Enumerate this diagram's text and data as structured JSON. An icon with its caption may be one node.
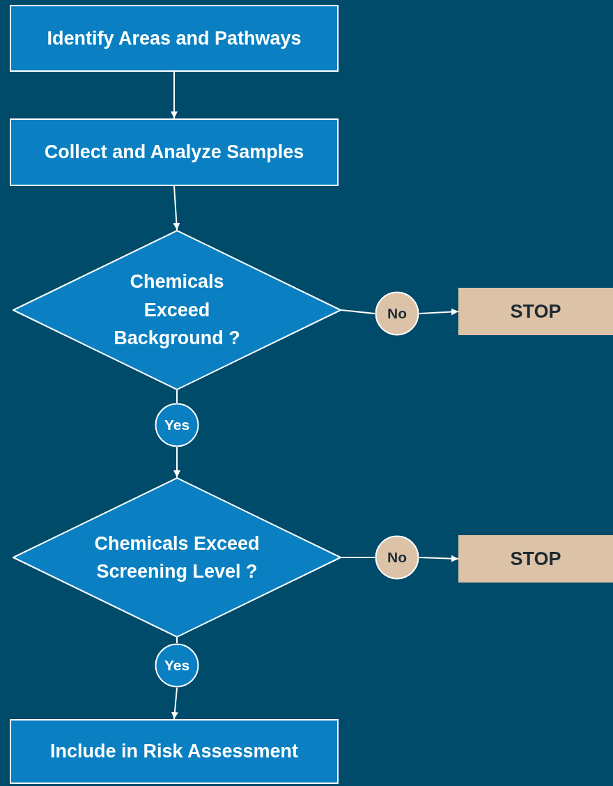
{
  "diagram": {
    "nodes": [
      {
        "text": [
          "Identify Areas and Pathways"
        ]
      },
      {
        "text": [
          "Collect and Analyze Samples"
        ]
      },
      {
        "text": [
          "Chemicals Exceed Background ?"
        ]
      },
      {
        "text": [
          "No"
        ]
      },
      {
        "text": [
          "STOP"
        ]
      },
      {
        "text": [
          "Yes"
        ]
      },
      {
        "text": [
          "Chemicals Exceed Screening Level ?"
        ]
      },
      {
        "text": [
          "No"
        ]
      },
      {
        "text": [
          "STOP"
        ]
      },
      {
        "text": [
          "Yes"
        ]
      },
      {
        "text": [
          "Include in Risk Assessment"
        ]
      }
    ],
    "edges": [
      {
        "from": 0,
        "to": 1,
        "arrow": "to"
      },
      {
        "from": 1,
        "to": 2,
        "arrow": "to"
      },
      {
        "from": 2,
        "to": 3,
        "arrow": "none"
      },
      {
        "from": 3,
        "to": 4,
        "arrow": "to"
      },
      {
        "from": 2,
        "to": 5,
        "arrow": "none"
      },
      {
        "from": 5,
        "to": 6,
        "arrow": "to"
      },
      {
        "from": 6,
        "to": 7,
        "arrow": "none"
      },
      {
        "from": 7,
        "to": 8,
        "arrow": "to"
      },
      {
        "from": 6,
        "to": 9,
        "arrow": "none"
      },
      {
        "from": 9,
        "to": 10,
        "arrow": "to"
      }
    ]
  }
}
